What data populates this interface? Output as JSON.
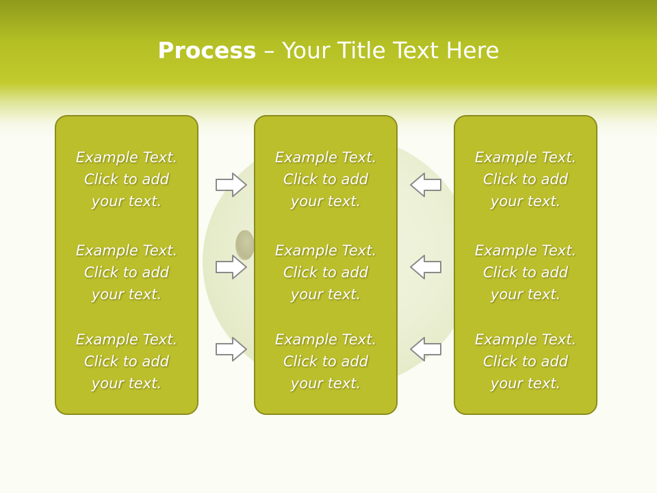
{
  "slide": {
    "title_strong": "Process",
    "title_dash": " – ",
    "title_rest": "Your Title Text Here"
  },
  "panels": {
    "left": {
      "blocks": [
        {
          "line1": "Example Text.",
          "line2": "Click  to add",
          "line3": "your text."
        },
        {
          "line1": "Example Text.",
          "line2": "Click  to add",
          "line3": "your text."
        },
        {
          "line1": "Example Text.",
          "line2": "Click  to add",
          "line3": "your text."
        }
      ]
    },
    "center": {
      "blocks": [
        {
          "line1": "Example Text.",
          "line2": "Click  to add",
          "line3": "your text."
        },
        {
          "line1": "Example Text.",
          "line2": "Click  to add",
          "line3": "your text."
        },
        {
          "line1": "Example Text.",
          "line2": "Click  to add",
          "line3": "your text."
        }
      ]
    },
    "right": {
      "blocks": [
        {
          "line1": "Example Text.",
          "line2": "Click  to add",
          "line3": "your text."
        },
        {
          "line1": "Example Text.",
          "line2": "Click  to add",
          "line3": "your text."
        },
        {
          "line1": "Example Text.",
          "line2": "Click  to add",
          "line3": "your text."
        }
      ]
    }
  },
  "arrows": {
    "left_side": "arrow-right-icon",
    "right_side": "arrow-left-icon"
  },
  "colors": {
    "header": "#b3bf24",
    "panel_fill": "#bcbf2c",
    "panel_border": "#8a8c1c",
    "text": "#ffffff",
    "arrow_fill": "#ffffff",
    "arrow_stroke": "#8a8a8a"
  }
}
